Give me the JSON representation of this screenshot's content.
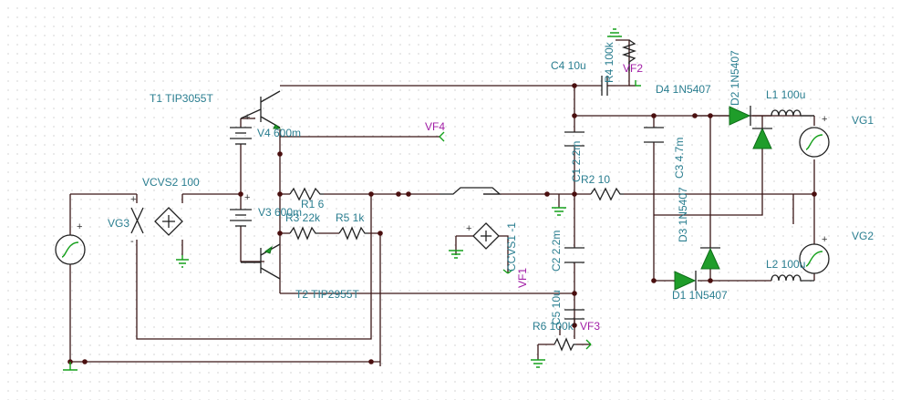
{
  "colors": {
    "wire": "#3a1616",
    "label": "#2a7e90",
    "probe_label": "#a21ea6",
    "component_green": "#1f9d2a",
    "grid_dot": "#b9b9b9"
  },
  "labels": {
    "t1": "T1 TIP3055T",
    "t2": "T2 TIP2955T",
    "v4": "V4 600m",
    "v3": "V3 600m",
    "vcvs2": "VCVS2 100",
    "vg3": "VG3",
    "r1": "R1 6",
    "r3": "R3 22k",
    "r5": "R5 1k",
    "vf4": "VF4",
    "ccvs1": "CCVS1 -1",
    "vf1": "VF1",
    "c4": "C4 10u",
    "r4": "R4 100k",
    "vf2": "VF2",
    "d4": "D4 1N5407",
    "d2": "D2 1N5407",
    "l1": "L1 100u",
    "vg1": "VG1",
    "c1": "C1 2.2m",
    "c3": "C3 4.7m",
    "r2": "R2 10",
    "d3": "D3 1N5407",
    "c2": "C2 2.2m",
    "vg2": "VG2",
    "l2": "L2 100u",
    "d1": "D1 1N5407",
    "c5": "C5 10u",
    "r6": "R6 100k",
    "vf3": "VF3"
  }
}
